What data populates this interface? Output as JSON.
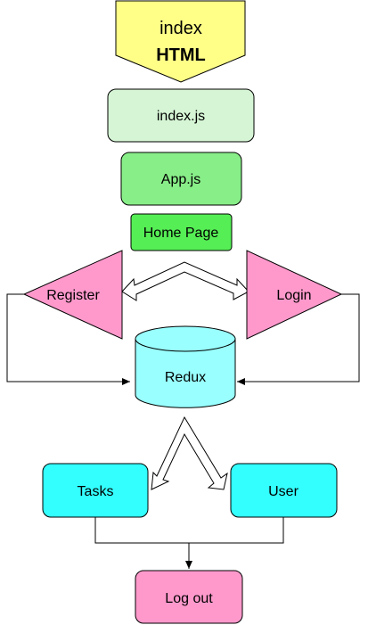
{
  "nodes": {
    "index_html": {
      "line1": "index",
      "line2": "HTML"
    },
    "index_js": "index.js",
    "app_js": "App.js",
    "home_page": "Home Page",
    "register": "Register",
    "login": "Login",
    "redux": "Redux",
    "tasks": "Tasks",
    "user": "User",
    "log_out": "Log out"
  },
  "colors": {
    "yellow": "#ffff88",
    "light_green": "#d5f5d5",
    "mid_green": "#88ee88",
    "green": "#55ee55",
    "pink": "#ff99cc",
    "cyan": "#99ffff",
    "aqua": "#33ffff"
  }
}
